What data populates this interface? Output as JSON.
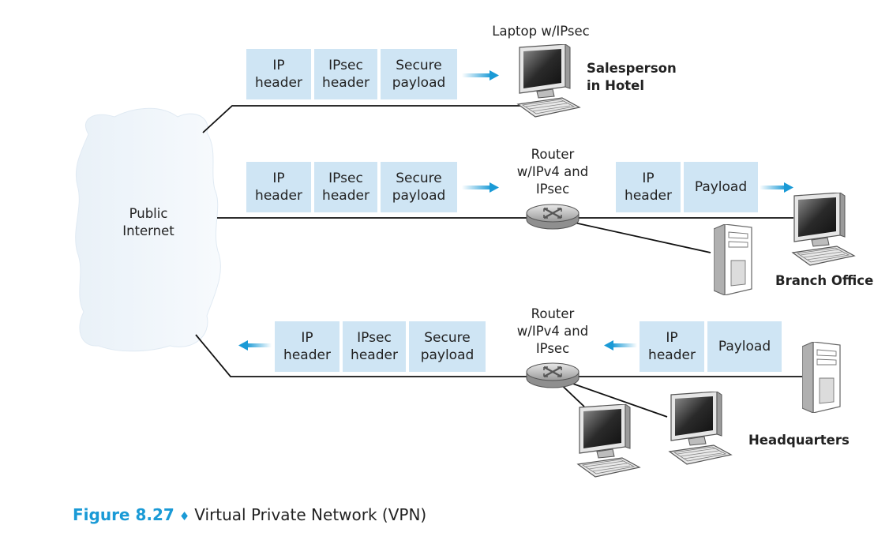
{
  "cloud_label": "Public\nInternet",
  "hotel": {
    "device_label": "Laptop w/IPsec",
    "site_label": "Salesperson\nin Hotel",
    "packet": [
      "IP\nheader",
      "IPsec\nheader",
      "Secure\npayload"
    ]
  },
  "branch": {
    "router_label": "Router\nw/IPv4 and\nIPsec",
    "site_label": "Branch Office",
    "packet_secure": [
      "IP\nheader",
      "IPsec\nheader",
      "Secure\npayload"
    ],
    "packet_plain": [
      "IP\nheader",
      "Payload"
    ]
  },
  "hq": {
    "router_label": "Router\nw/IPv4 and\nIPsec",
    "site_label": "Headquarters",
    "packet_secure": [
      "IP\nheader",
      "IPsec\nheader",
      "Secure\npayload"
    ],
    "packet_plain": [
      "IP\nheader",
      "Payload"
    ]
  },
  "caption": {
    "figure": "Figure 8.27",
    "separator": "♦",
    "text": "Virtual Private Network (VPN)"
  },
  "colors": {
    "packet_fill": "#cfe5f4",
    "arrow": "#1a9ad6",
    "caption_accent": "#1a9ad6"
  }
}
